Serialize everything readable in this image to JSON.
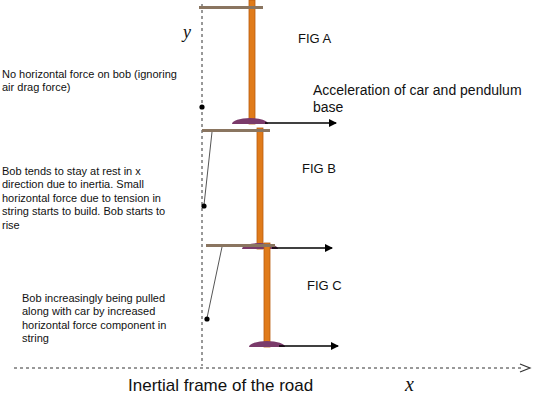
{
  "diagram": {
    "labels": [
      "y",
      "FIG A",
      "No horizontal force on bob (ignoring air drag force)",
      "Acceleration of car and pendulum base",
      "FIG B",
      "Bob tends to stay at rest in x direction due to inertia. Small horizontal force due to tension in string starts to build.  Bob starts to rise",
      "FIG C",
      "Bob increasingly being pulled along with car by increased horizontal force component in string",
      "Inertial frame of the road",
      "x"
    ]
  }
}
